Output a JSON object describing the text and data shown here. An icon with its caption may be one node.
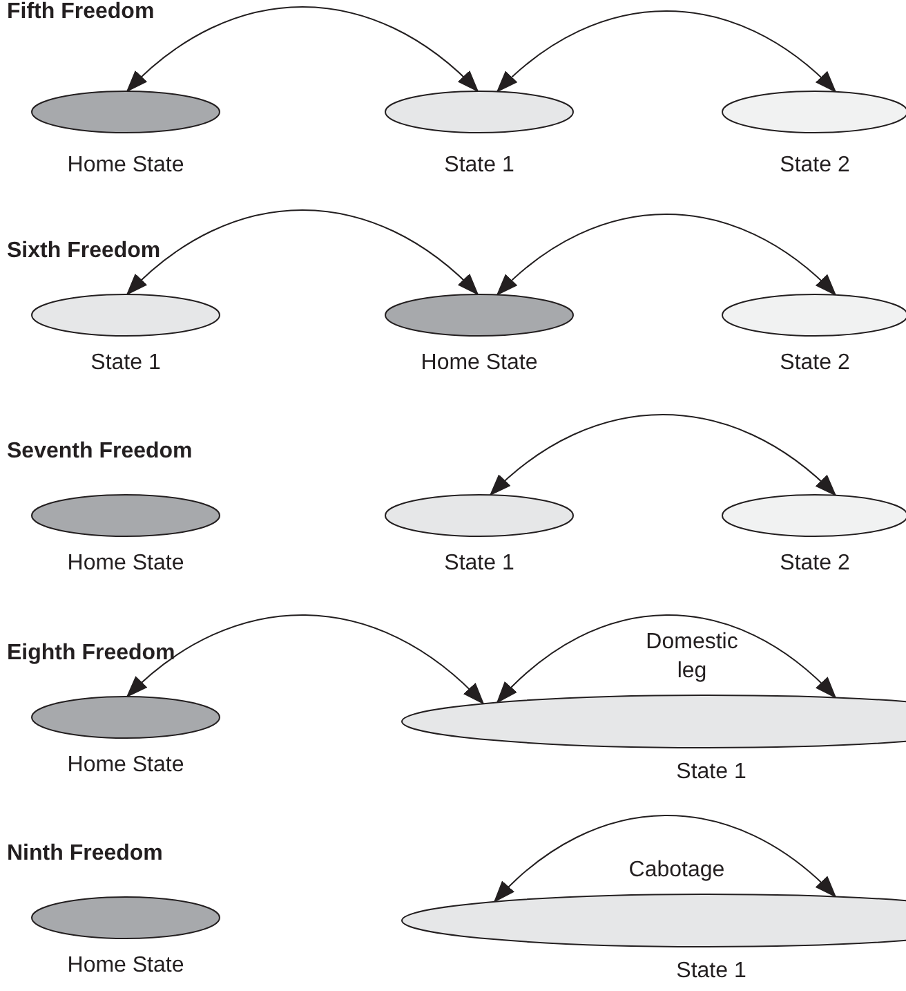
{
  "diagram": {
    "nodes": [
      {
        "text": [
          "Home State"
        ]
      },
      {
        "text": [
          "State 1"
        ]
      },
      {
        "text": [
          "State 2"
        ]
      },
      {
        "text": [
          "State 1"
        ]
      },
      {
        "text": [
          "Home State"
        ]
      },
      {
        "text": [
          "State 2"
        ]
      },
      {
        "text": [
          "Home State"
        ]
      },
      {
        "text": [
          "State 1"
        ]
      },
      {
        "text": [
          "State 2"
        ]
      },
      {
        "text": [
          "Home State"
        ]
      },
      {
        "text": [
          "State 1"
        ]
      },
      {
        "text": [
          "Home State"
        ]
      },
      {
        "text": [
          "State 1"
        ]
      }
    ],
    "edges": [
      {
        "from": 0,
        "to": 1,
        "arrow": "both"
      },
      {
        "from": 1,
        "to": 2,
        "arrow": "both"
      },
      {
        "from": 3,
        "to": 4,
        "arrow": "both"
      },
      {
        "from": 4,
        "to": 5,
        "arrow": "both"
      },
      {
        "from": 7,
        "to": 8,
        "arrow": "both"
      },
      {
        "from": 9,
        "to": 10,
        "arrow": "both"
      },
      {
        "from": 10,
        "to": 10,
        "arrow": "both",
        "label": "Domestic leg"
      },
      {
        "from": 12,
        "to": 12,
        "arrow": "both",
        "label": "Cabotage"
      }
    ],
    "labels": [
      "Fifth Freedom",
      "Sixth Freedom",
      "Seventh Freedom",
      "Eighth Freedom",
      "Ninth Freedom"
    ]
  }
}
